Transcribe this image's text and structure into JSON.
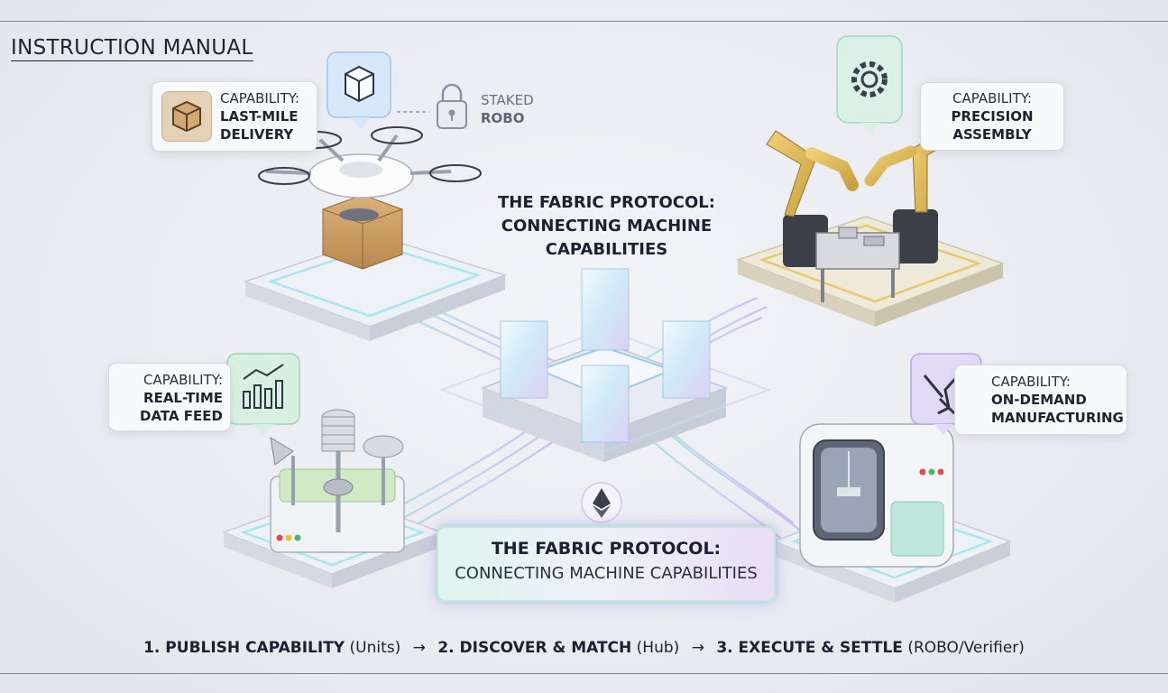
{
  "header": {
    "title": "INSTRUCTION MANUAL"
  },
  "capabilities": {
    "delivery": {
      "label": "CAPABILITY:",
      "name": "LAST-MILE\nDELIVERY",
      "icon": "package-icon"
    },
    "assembly": {
      "label": "CAPABILITY:",
      "name": "PRECISION\nASSEMBLY",
      "icon": "gear-icon"
    },
    "data": {
      "label": "CAPABILITY:",
      "name": "REAL-TIME\nDATA FEED",
      "icon": "chart-icon"
    },
    "manufacturing": {
      "label": "CAPABILITY:",
      "name": "ON-DEMAND\nMANUFACTURING",
      "icon": "tools-icon"
    }
  },
  "staked": {
    "line1": "STAKED",
    "line2": "ROBO",
    "icon": "lock-icon"
  },
  "hub": {
    "top_title": "THE FABRIC PROTOCOL:",
    "top_subtitle": "CONNECTING MACHINE CAPABILITIES",
    "box_title": "THE FABRIC PROTOCOL:",
    "box_subtitle": "CONNECTING MACHINE CAPABILITIES",
    "token_icon": "ethereum-icon"
  },
  "steps": [
    {
      "title": "1. PUBLISH CAPABILITY",
      "note": "(Units)"
    },
    {
      "title": "2. DISCOVER & MATCH",
      "note": "(Hub)"
    },
    {
      "title": "3. EXECUTE & SETTLE",
      "note": "(ROBO/Verifier)"
    }
  ],
  "arrow": "→",
  "colors": {
    "mint": "#7fd8c0",
    "lavender": "#b7a6ee",
    "gold": "#d6b04a",
    "ink": "#1e2330"
  }
}
